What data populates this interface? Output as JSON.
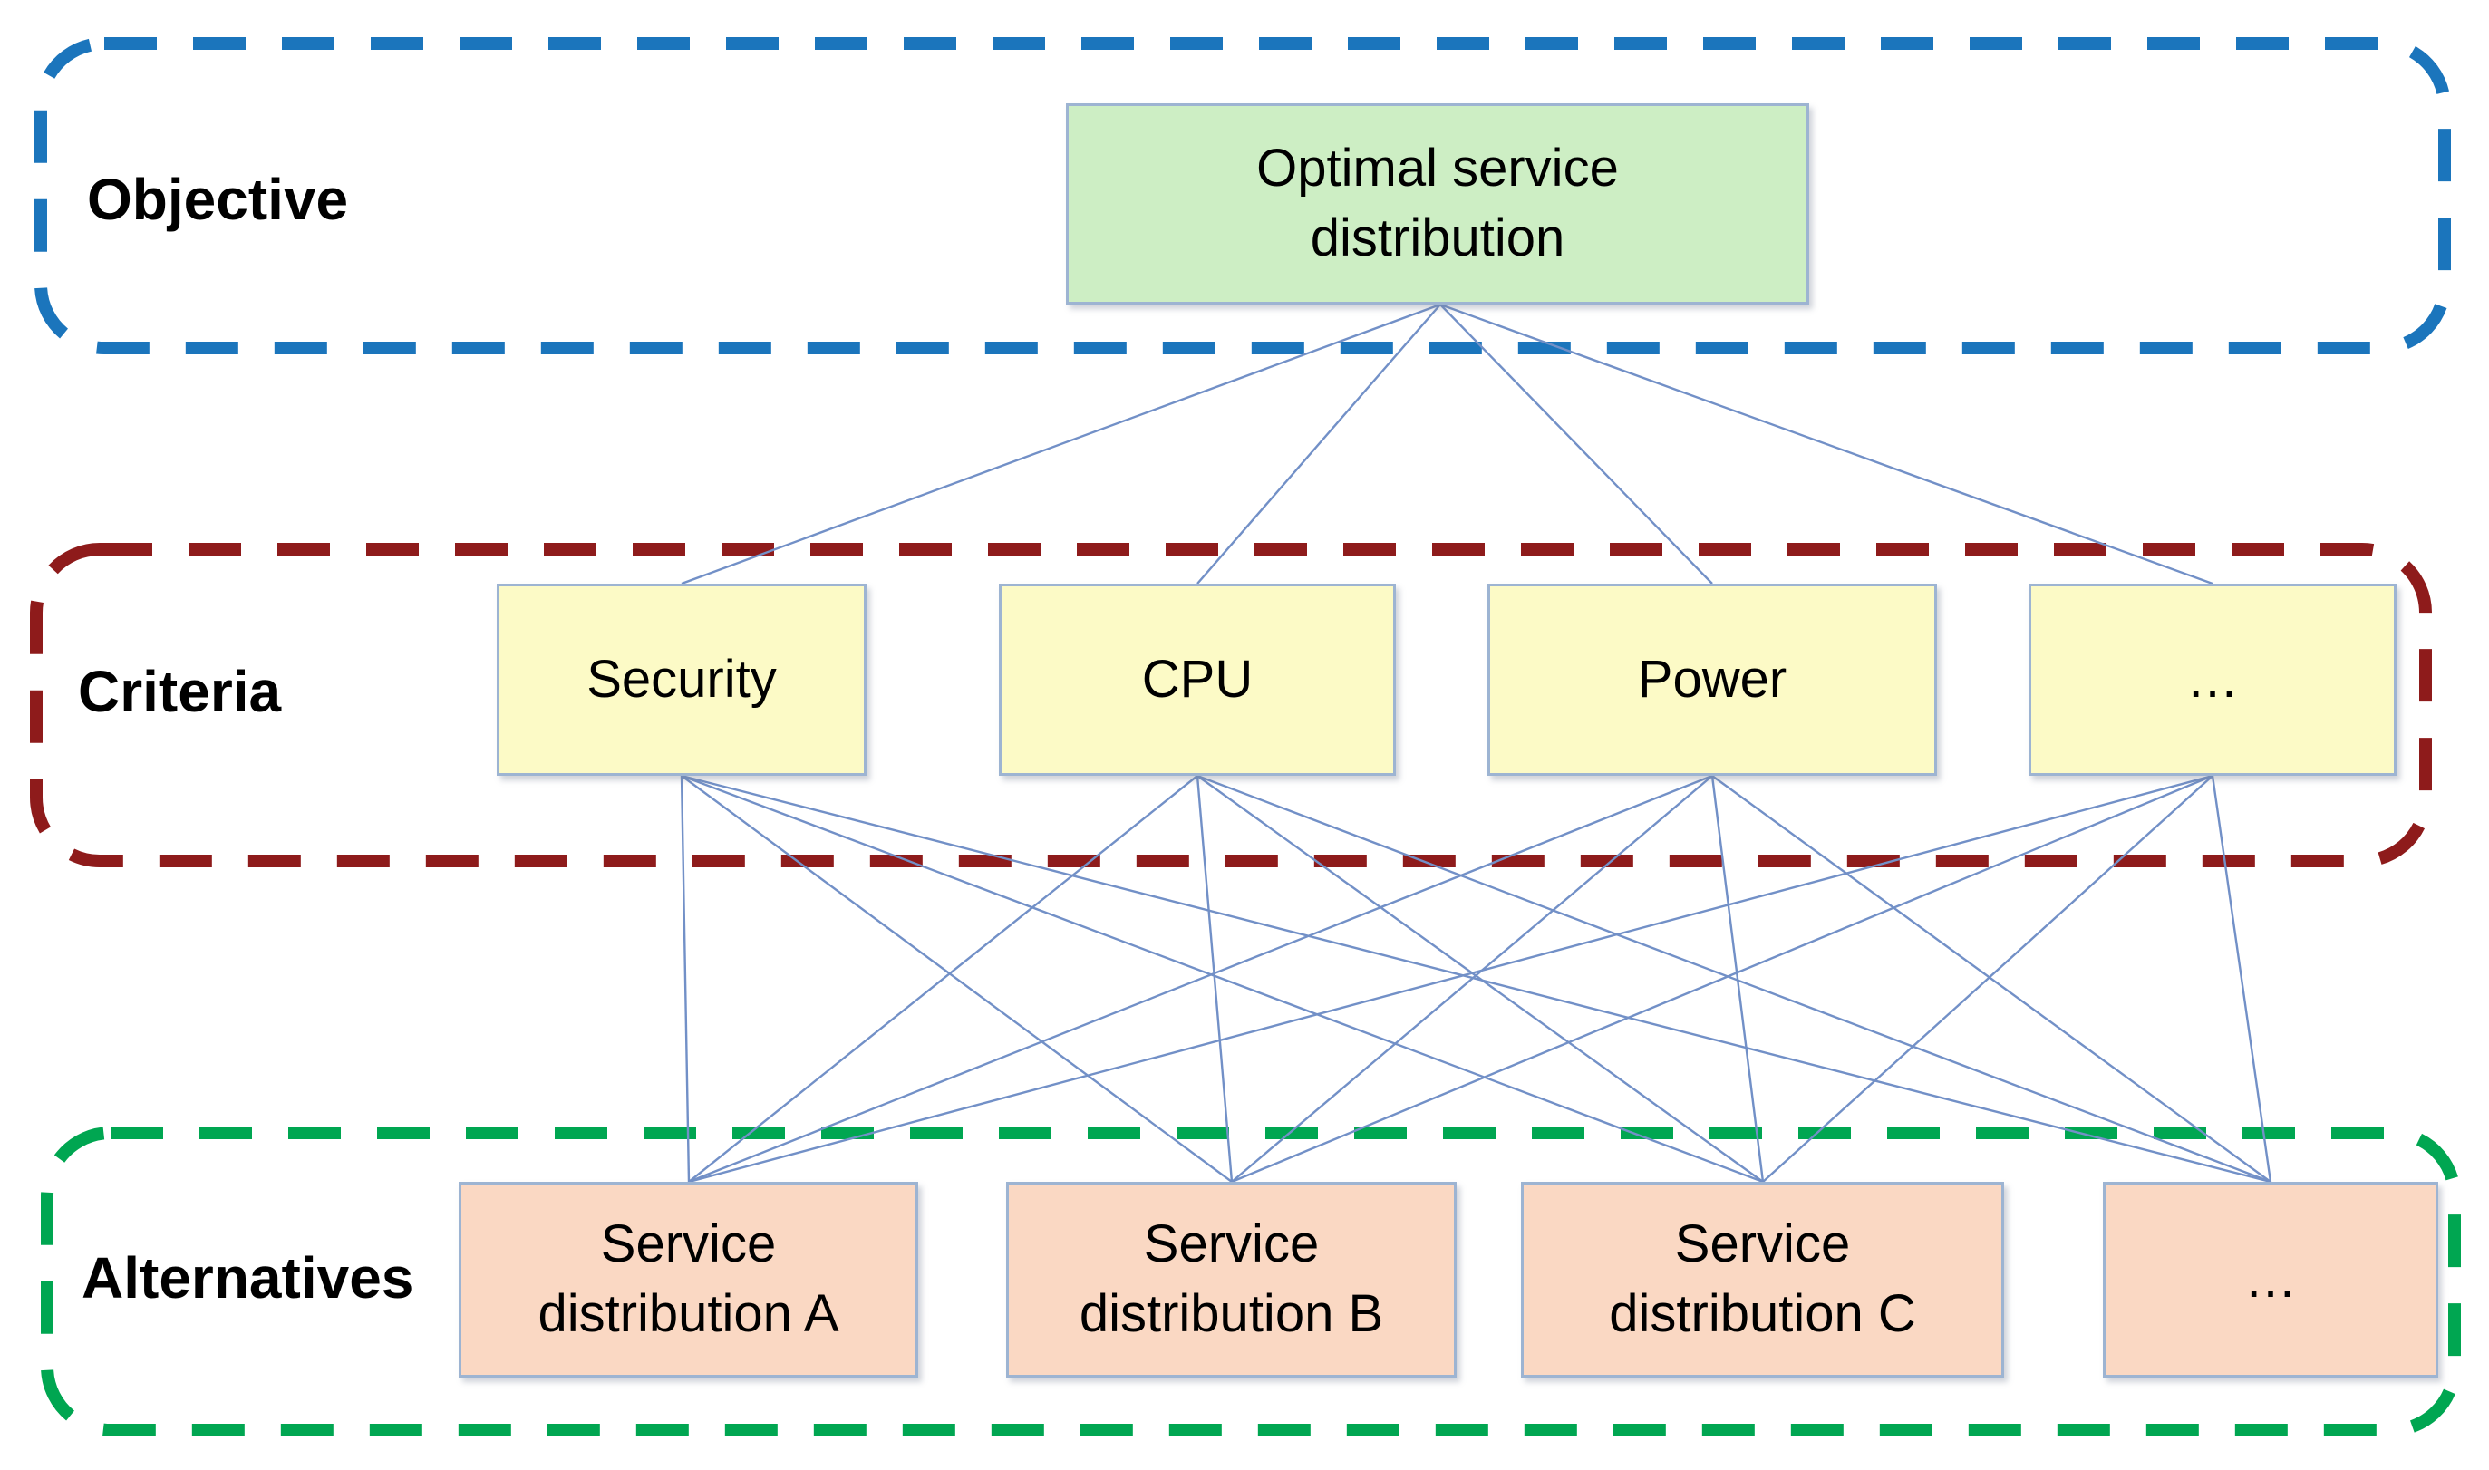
{
  "diagram": {
    "type": "hierarchy",
    "groups": [
      {
        "id": "objective",
        "label": "Objective",
        "border_color": "#1B75BC",
        "nodes": [
          {
            "id": "optimal-service-distribution",
            "label": "Optimal service distribution",
            "fill": "#CDEEC4"
          }
        ]
      },
      {
        "id": "criteria",
        "label": "Criteria",
        "border_color": "#8E1B1B",
        "nodes": [
          {
            "id": "security",
            "label": "Security",
            "fill": "#FCFAC6"
          },
          {
            "id": "cpu",
            "label": "CPU",
            "fill": "#FCFAC6"
          },
          {
            "id": "power",
            "label": "Power",
            "fill": "#FCFAC6"
          },
          {
            "id": "criteria-ellipsis",
            "label": "…",
            "fill": "#FCFAC6"
          }
        ]
      },
      {
        "id": "alternatives",
        "label": "Alternatives",
        "border_color": "#00A651",
        "nodes": [
          {
            "id": "service-distribution-a",
            "label": "Service distribution A",
            "fill": "#FAD8C3"
          },
          {
            "id": "service-distribution-b",
            "label": "Service distribution B",
            "fill": "#FAD8C3"
          },
          {
            "id": "service-distribution-c",
            "label": "Service distribution C",
            "fill": "#FAD8C3"
          },
          {
            "id": "alternatives-ellipsis",
            "label": "…",
            "fill": "#FAD8C3"
          }
        ]
      }
    ],
    "edges": [
      {
        "from": "optimal-service-distribution",
        "to": "security"
      },
      {
        "from": "optimal-service-distribution",
        "to": "cpu"
      },
      {
        "from": "optimal-service-distribution",
        "to": "power"
      },
      {
        "from": "optimal-service-distribution",
        "to": "criteria-ellipsis"
      },
      {
        "from": "security",
        "to": "service-distribution-a"
      },
      {
        "from": "security",
        "to": "service-distribution-b"
      },
      {
        "from": "security",
        "to": "service-distribution-c"
      },
      {
        "from": "security",
        "to": "alternatives-ellipsis"
      },
      {
        "from": "cpu",
        "to": "service-distribution-a"
      },
      {
        "from": "cpu",
        "to": "service-distribution-b"
      },
      {
        "from": "cpu",
        "to": "service-distribution-c"
      },
      {
        "from": "cpu",
        "to": "alternatives-ellipsis"
      },
      {
        "from": "power",
        "to": "service-distribution-a"
      },
      {
        "from": "power",
        "to": "service-distribution-b"
      },
      {
        "from": "power",
        "to": "service-distribution-c"
      },
      {
        "from": "power",
        "to": "alternatives-ellipsis"
      },
      {
        "from": "criteria-ellipsis",
        "to": "service-distribution-a"
      },
      {
        "from": "criteria-ellipsis",
        "to": "service-distribution-b"
      },
      {
        "from": "criteria-ellipsis",
        "to": "service-distribution-c"
      },
      {
        "from": "criteria-ellipsis",
        "to": "alternatives-ellipsis"
      }
    ],
    "connector_color": "#7290C7",
    "node_border_color": "#9DB4D2",
    "text_color": "#000000"
  }
}
